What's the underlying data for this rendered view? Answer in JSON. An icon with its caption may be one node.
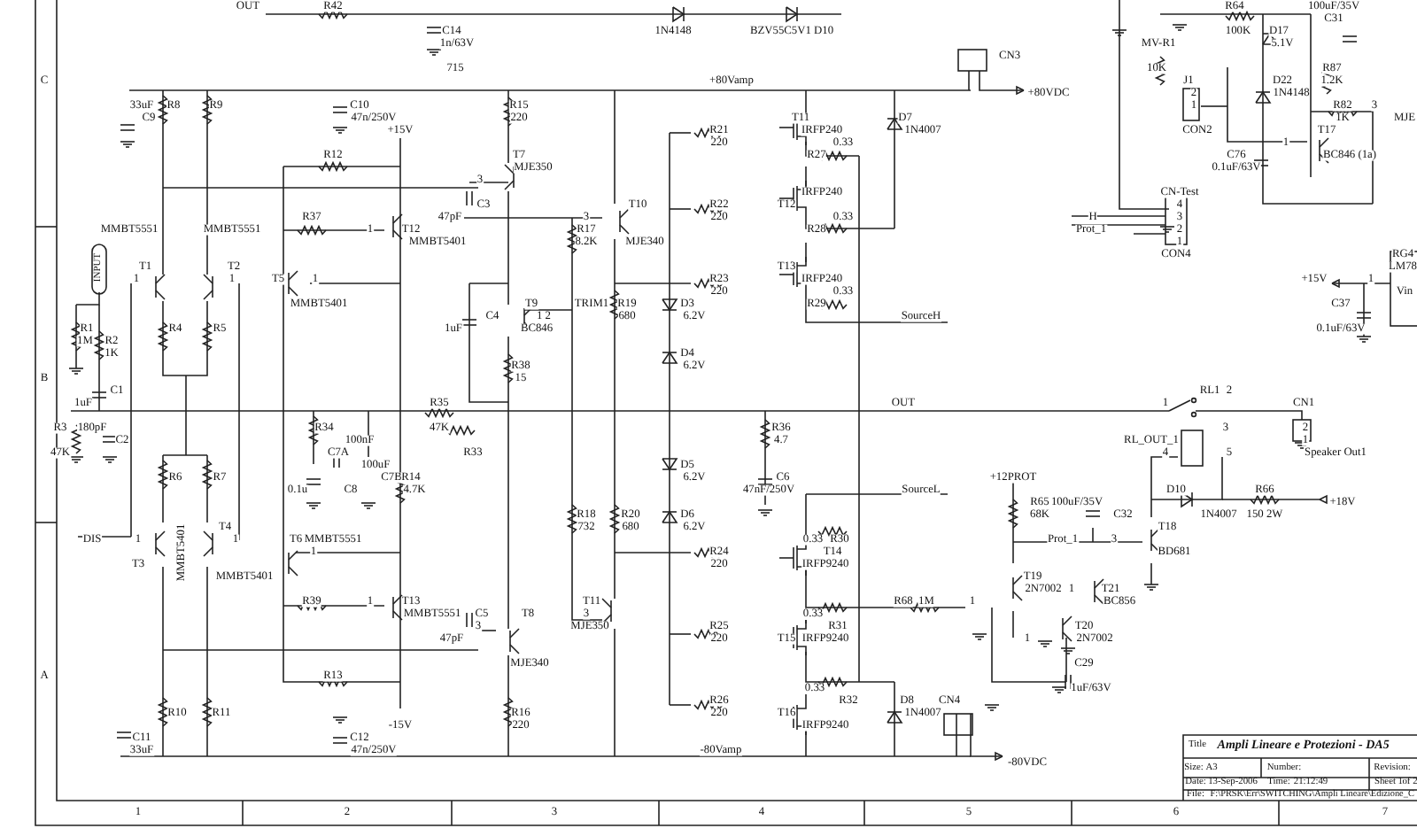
{
  "diagram": {
    "labels": [
      "OUT",
      "R42",
      "R64",
      "100uF/35V",
      "C31",
      "C14",
      "1N4148",
      "BZV55C5V1 D10",
      "100K",
      "D17",
      "1n/63V",
      "MV-R1",
      "5.1V",
      "CN3",
      "715",
      "10K",
      "R87",
      "C",
      "+80Vamp",
      "J1",
      "D22",
      "1.2K",
      "+80VDC",
      "2",
      "1N4148",
      "33uF",
      "R8",
      "R9",
      "C10",
      "R15",
      "1",
      "R82",
      "3",
      "C9",
      "47n/250V",
      "220",
      "T11",
      "D7",
      "1K",
      "MJE",
      "+15V",
      "R21",
      "IRFP240",
      "1N4007",
      "CON2",
      "T17",
      "220",
      "0.33",
      "1",
      "R12",
      "T7",
      "R27",
      "C76",
      "BC846 (1a)",
      "MJE350",
      "0.1uF/63V",
      "3",
      "IRFP240",
      "CN-Test",
      "C3",
      "T10",
      "R22",
      "T12",
      "4",
      "R37",
      "47pF",
      "3",
      "220",
      "0.33",
      "H",
      "3",
      "MMBT5551",
      "MMBT5551",
      "1",
      "T12",
      "R17",
      "R28",
      "Prot_1",
      "2",
      "MMBT5401",
      "8.2K",
      "MJE340",
      "1",
      "CON4",
      "RG4",
      "INPUT",
      "T1",
      "T2",
      "T13",
      "LM78",
      "1",
      "1",
      "T5",
      "1",
      "R23",
      "IRFP240",
      "+15V",
      "1",
      "220",
      "0.33",
      "Vin",
      "MMBT5401",
      "T9",
      "TRIM1",
      "R19",
      "D3",
      "R29",
      "C37",
      "C4",
      "1 2",
      "680",
      "6.2V",
      "SourceH",
      "R1",
      "R4",
      "R5",
      "1uF",
      "BC846",
      "0.1uF/63V",
      "1M",
      "R2",
      "1K",
      "D4",
      "R38",
      "6.2V",
      "B",
      "15",
      "C1",
      "RL1",
      "2",
      "1uF",
      "R35",
      "OUT",
      "1",
      "CN1",
      "R3",
      "180pF",
      "R34",
      "47K",
      "R36",
      "3",
      "2",
      "C2",
      "100nF",
      "4.7",
      "RL_OUT_1",
      "1",
      "47K",
      "C7A",
      "R33",
      "4",
      "5",
      "Speaker Out1",
      "100uF",
      "D5",
      "R6",
      "R7",
      "C7B",
      "R14",
      "6.2V",
      "C6",
      "+12PROT",
      "0.1u",
      "C8",
      "4.7K",
      "47nF/250V",
      "SourceL",
      "D10",
      "R66",
      "R65",
      "100uF/35V",
      "+18V",
      "R18",
      "R20",
      "D6",
      "68K",
      "C32",
      "1N4007",
      "150 2W",
      "T4",
      "732",
      "680",
      "6.2V",
      "T18",
      "DIS",
      "1",
      "1",
      "T6",
      "MMBT5551",
      "0.33",
      "R30",
      "Prot_1",
      "3",
      "MMBT5401",
      "1",
      "R24",
      "T14",
      "BD681",
      "T3",
      "220",
      "IRFP9240",
      "MMBT5401",
      "T19",
      "2N7002",
      "1",
      "T21",
      "R39",
      "1",
      "T13",
      "T11",
      "R68",
      "1M",
      "1",
      "BC856",
      "MMBT5551",
      "C5",
      "T8",
      "3",
      "0.33",
      "3",
      "MJE350",
      "R25",
      "R31",
      "T20",
      "47pF",
      "220",
      "T15",
      "IRFP9240",
      "1",
      "2N7002",
      "MJE340",
      "C29",
      "A",
      "R13",
      "0.33",
      "1uF/63V",
      "R26",
      "R32",
      "D8",
      "CN4",
      "R10",
      "R11",
      "R16",
      "220",
      "T16",
      "1N4007",
      "-15V",
      "220",
      "IRFP9240",
      "C11",
      "C12",
      "33uF",
      "47n/250V",
      "-80Vamp",
      "-80VDC",
      "Title",
      "Ampli Lineare e Protezioni - DA5",
      "Size:",
      "A3",
      "Number:",
      "Revision:",
      "Date:",
      "13-Sep-2006",
      "Time:",
      "21:12:49",
      "Sheet 1",
      "of 2",
      "File:",
      "F:\\PRSK\\Err\\SWITCHING\\Ampli Lineare\\Edizione_C",
      "1",
      "2",
      "3",
      "4",
      "5",
      "6",
      "7"
    ]
  }
}
